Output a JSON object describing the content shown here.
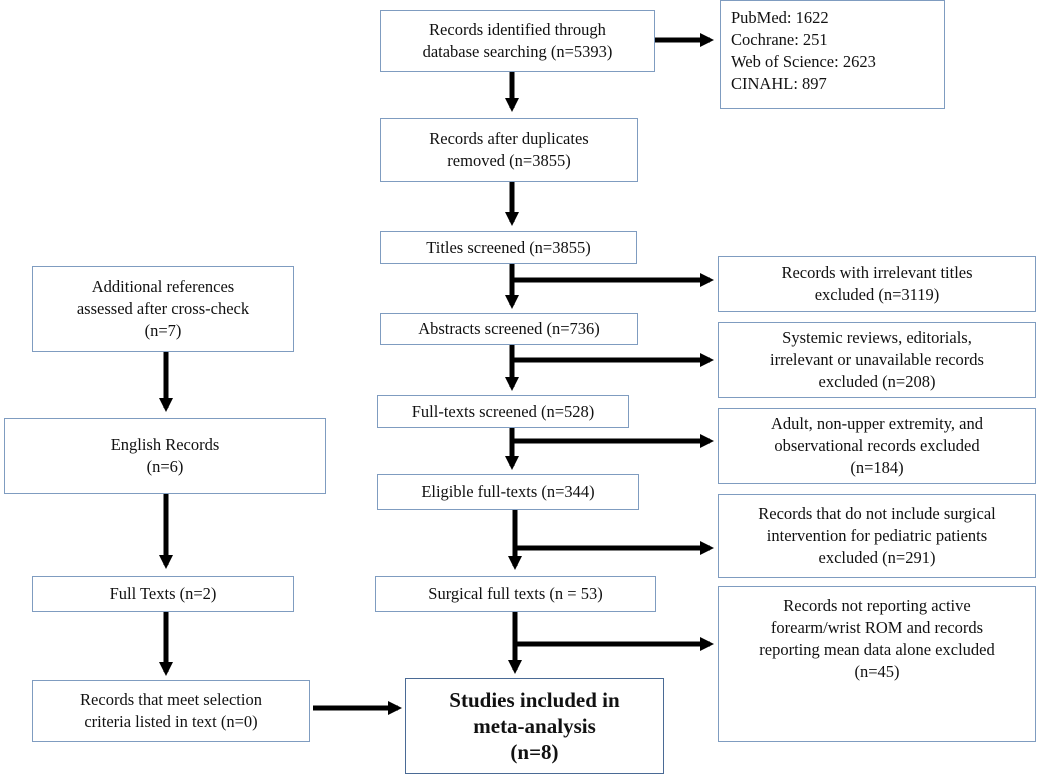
{
  "boxes": {
    "identified": [
      "Records identified through",
      "database searching (n=5393)"
    ],
    "databases": [
      "PubMed: 1622",
      "Cochrane: 251",
      "Web of Science: 2623",
      "CINAHL: 897"
    ],
    "duplicates_removed": [
      "Records after duplicates",
      "removed (n=3855)"
    ],
    "titles_screened": [
      "Titles screened (n=3855)"
    ],
    "titles_excluded": [
      "Records with irrelevant titles",
      "excluded (n=3119)"
    ],
    "additional_refs": [
      "Additional references",
      "assessed after cross-check",
      "(n=7)"
    ],
    "abstracts_screened": [
      "Abstracts screened (n=736)"
    ],
    "abstracts_excluded": [
      "Systemic reviews, editorials,",
      "irrelevant or unavailable records",
      "excluded (n=208)"
    ],
    "fulltexts_screened": [
      "Full-texts screened (n=528)"
    ],
    "english_records": [
      "English Records",
      "(n=6)"
    ],
    "fulltexts_excluded": [
      "Adult, non-upper extremity, and",
      "observational records excluded",
      "(n=184)"
    ],
    "eligible": [
      "Eligible full-texts (n=344)"
    ],
    "eligible_excluded": [
      "Records that do not include surgical",
      "intervention for pediatric patients",
      "excluded (n=291)"
    ],
    "full_texts_left": [
      "Full Texts (n=2)"
    ],
    "surgical": [
      "Surgical full texts (n = 53)"
    ],
    "surgical_excluded": [
      "Records not reporting active",
      "forearm/wrist ROM and records",
      "reporting mean data alone excluded",
      "(n=45)"
    ],
    "selection_criteria": [
      "Records that meet selection",
      "criteria listed in text (n=0)"
    ],
    "included": [
      "Studies included in",
      "meta-analysis",
      "(n=8)"
    ]
  },
  "colors": {
    "box_border": "#7f9cc0",
    "final_border": "#4a6a95",
    "arrow": "#000000"
  }
}
